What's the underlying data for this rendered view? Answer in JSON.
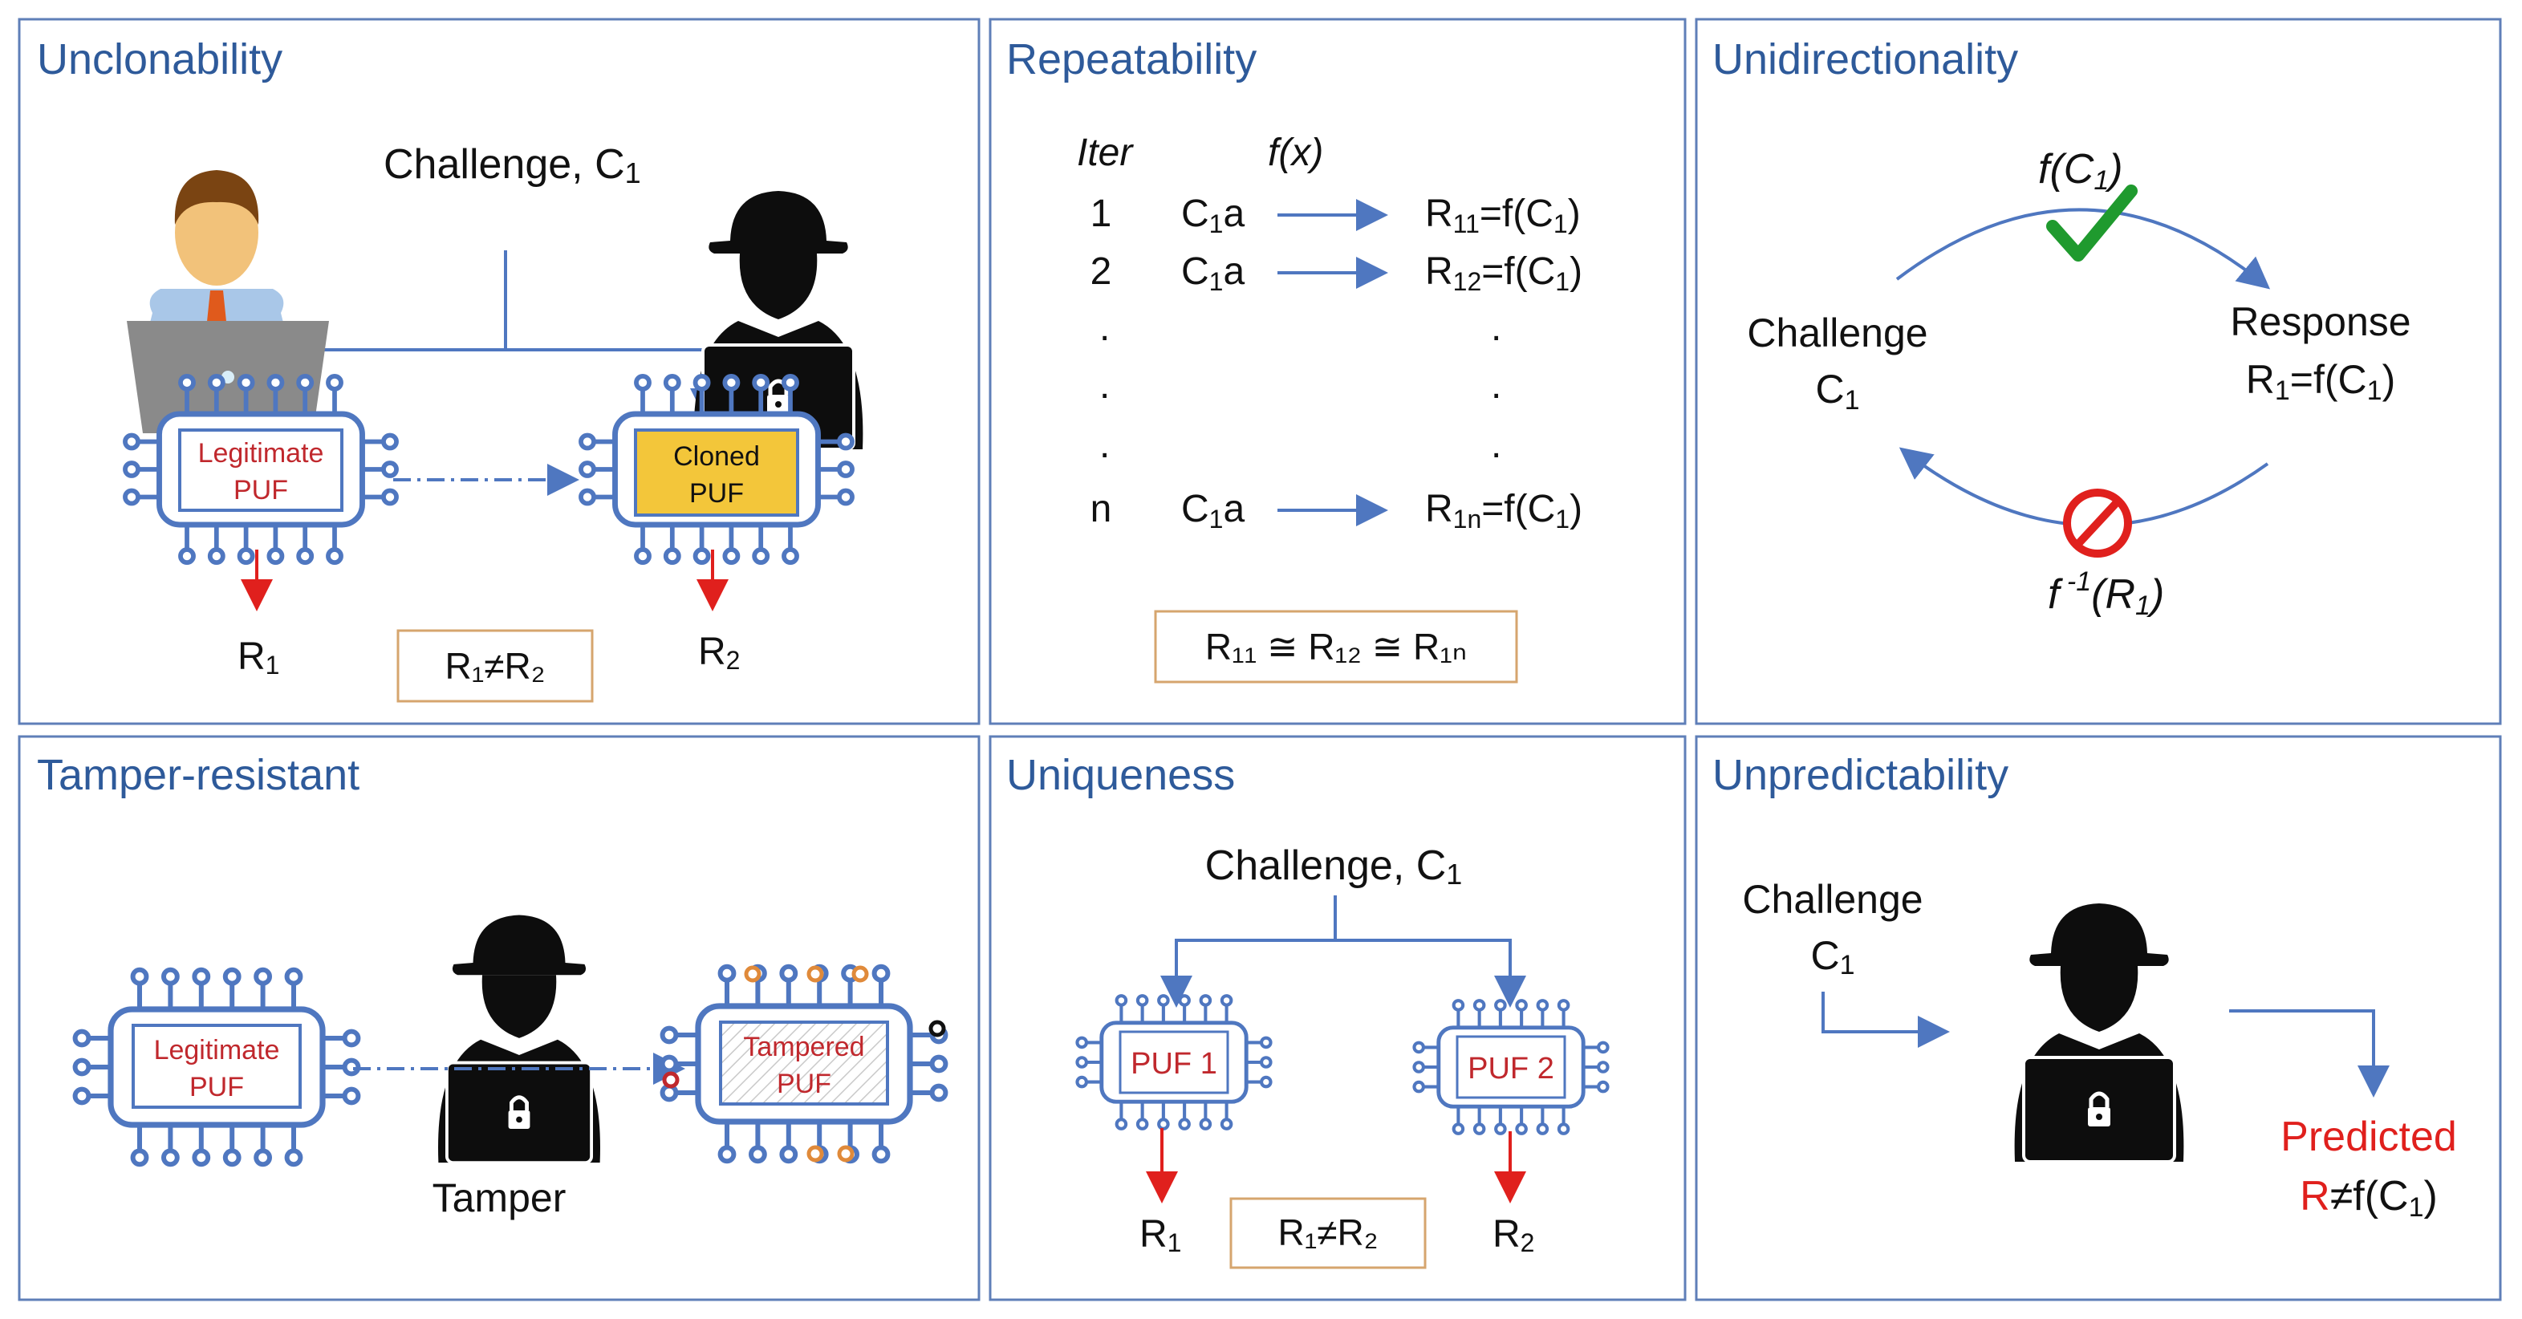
{
  "panels": {
    "unclonability": {
      "title": "Unclonability",
      "challenge": "Challenge, C",
      "challenge_sub": "1",
      "legit_line1": "Legitimate",
      "legit_line2": "PUF",
      "cloned_line1": "Cloned",
      "cloned_line2": "PUF",
      "r1": "R",
      "r1_sub": "1",
      "r2": "R",
      "r2_sub": "2",
      "box": "R₁≠R₂"
    },
    "repeatability": {
      "title": "Repeatability",
      "col_iter": "Iter",
      "col_fx": "f(x)",
      "rows": [
        {
          "iter": "1",
          "input": "C",
          "input_sub": "1",
          "input_suffix": "a",
          "output": "R",
          "output_sub": "11",
          "output_suffix": "=f(C",
          "output_suffix_sub": "1",
          "output_close": ")"
        },
        {
          "iter": "2",
          "input": "C",
          "input_sub": "1",
          "input_suffix": "a",
          "output": "R",
          "output_sub": "12",
          "output_suffix": "=f(C",
          "output_suffix_sub": "1",
          "output_close": ")"
        },
        {
          "iter": "n",
          "input": "C",
          "input_sub": "1",
          "input_suffix": "a",
          "output": "R",
          "output_sub": "1n",
          "output_suffix": "=f(C",
          "output_suffix_sub": "1",
          "output_close": ")"
        }
      ],
      "dot": ".",
      "box": "R₁₁ ≅ R₁₂ ≅ R₁ₙ"
    },
    "unidirectionality": {
      "title": "Unidirectionality",
      "forward_label": "f(C",
      "forward_sub": "1",
      "forward_close": ")",
      "challenge_line1": "Challenge",
      "challenge_line2": "C",
      "challenge_sub": "1",
      "response_line1": "Response",
      "response_line2": "R",
      "response_sub": "1",
      "response_mid": "=f(C",
      "response_sub2": "1",
      "response_close": ")",
      "inverse_f": "f",
      "inverse_sup": " -1",
      "inverse_arg": "(R",
      "inverse_sub": "1",
      "inverse_close": ")"
    },
    "tamper": {
      "title": "Tamper-resistant",
      "legit_line1": "Legitimate",
      "legit_line2": "PUF",
      "tampered_line1": "Tampered",
      "tampered_line2": "PUF",
      "label": "Tamper"
    },
    "uniqueness": {
      "title": "Uniqueness",
      "challenge": "Challenge, C",
      "challenge_sub": "1",
      "puf1": "PUF 1",
      "puf2": "PUF 2",
      "r1": "R",
      "r1_sub": "1",
      "r2": "R",
      "r2_sub": "2",
      "box": "R₁≠R₂"
    },
    "unpredictability": {
      "title": "Unpredictability",
      "challenge_line1": "Challenge",
      "challenge_line2": "C",
      "challenge_sub": "1",
      "predicted": "Predicted",
      "result_r": "R",
      "result_rest": "≠f(C",
      "result_sub": "1",
      "result_close": ")"
    }
  },
  "colors": {
    "border": "#5f7fb8",
    "title": "#2e5a9a",
    "chip": "#4f77c0",
    "puf_text": "#c0282d",
    "arrow_red": "#e0201d",
    "box_border": "#d6a56e",
    "cloned_fill": "#f3c63a",
    "check": "#1f9a2e",
    "prohibit": "#e0201d",
    "hacker": "#0d0d0d",
    "orange_pin": "#e08a3a",
    "predicted": "#e0201d"
  }
}
